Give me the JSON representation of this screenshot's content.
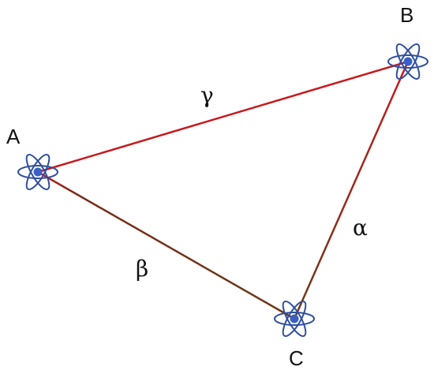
{
  "diagram": {
    "vertices": {
      "a": {
        "label": "A",
        "icon": "atom-icon"
      },
      "b": {
        "label": "B",
        "icon": "atom-icon"
      },
      "c": {
        "label": "C",
        "icon": "atom-icon"
      }
    },
    "edges": {
      "ab": {
        "label": "γ",
        "color": "#c8191e"
      },
      "bc": {
        "label": "α",
        "color_start": "#c8191e",
        "color_end": "#6b3a16"
      },
      "ca": {
        "label": "β",
        "color_start": "#6b3a16",
        "color_end": "#c8191e"
      }
    },
    "atom_color": "#2f4f9e",
    "nucleus_color": "#3b5fc4"
  }
}
